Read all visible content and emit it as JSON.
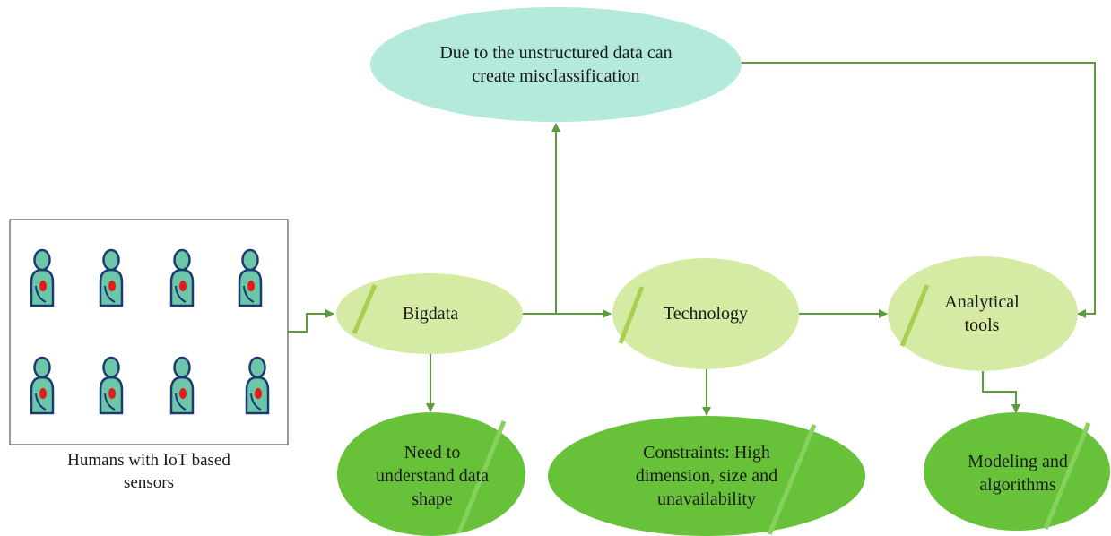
{
  "caption": "Humans with IoT based\nsensors",
  "nodes": {
    "unstructured": "Due to the unstructured data can\ncreate misclassification",
    "bigdata": "Bigdata",
    "technology": "Technology",
    "analytical": "Analytical\ntools",
    "understand": "Need to\nunderstand data\nshape",
    "constraints": "Constraints: High\ndimension, size and\nunavailability",
    "modeling": "Modeling and\nalgorithms"
  },
  "figures": {
    "count": 8,
    "icon": "person-with-sensor-icon"
  },
  "colors": {
    "light_green": "#d5eba3",
    "dark_green": "#67c23a",
    "teal": "#b3eadc",
    "line": "#5e9b3c",
    "figure_body": "#6cc7a8",
    "figure_outline": "#1d3a73",
    "sensor": "#e31b1b"
  }
}
